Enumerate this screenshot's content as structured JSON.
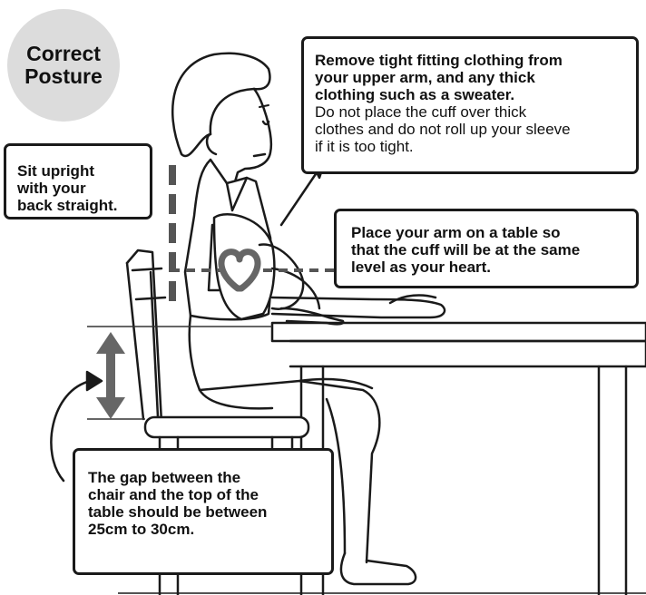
{
  "badge": {
    "line1": "Correct",
    "line2": "Posture"
  },
  "callouts": {
    "remove_clothing": {
      "bold_lines": [
        "Remove tight fitting clothing from",
        "your upper arm, and any thick",
        "clothing such as a sweater."
      ],
      "normal_lines": [
        "Do not place the cuff over thick",
        "clothes and do not roll up your sleeve",
        "if it is too tight."
      ]
    },
    "sit_upright": {
      "lines": [
        "Sit upright",
        "with your",
        "back straight."
      ]
    },
    "arm_on_table": {
      "lines": [
        "Place your arm on a table so",
        "that the cuff will be at the same",
        "level as your heart."
      ]
    },
    "gap": {
      "lines": [
        "The gap between the",
        "chair and the top of the",
        "table should be between",
        "25cm to 30cm."
      ]
    }
  },
  "colors": {
    "badge": "#dcdcdc",
    "ink": "#1a1a1a",
    "guide": "#555555",
    "arrow": "#666666"
  },
  "icons": [
    "heart-icon",
    "double-arrow-icon"
  ]
}
